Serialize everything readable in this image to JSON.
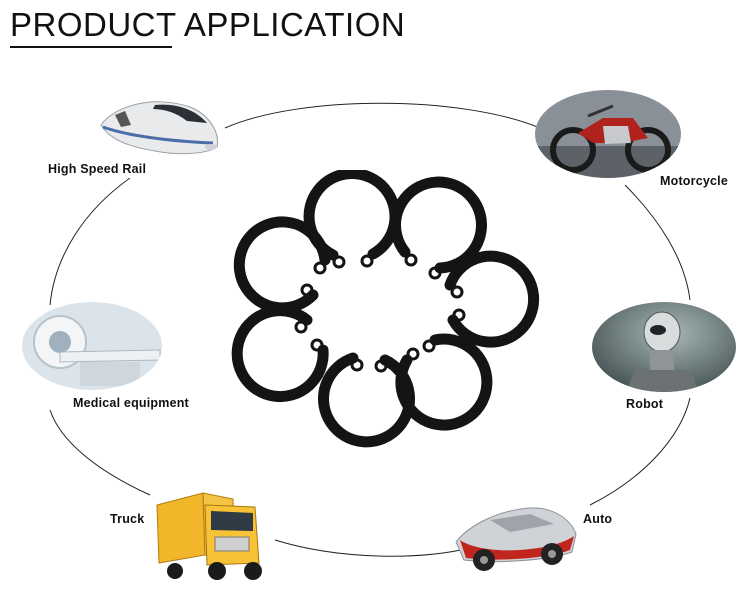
{
  "header": {
    "title": "PRODUCT APPLICATION"
  },
  "applications": [
    {
      "label": "High Speed Rail",
      "icon": "high-speed-train-icon"
    },
    {
      "label": "Motorcycle",
      "icon": "motorcycle-icon"
    },
    {
      "label": "Medical equipment",
      "icon": "ct-scanner-icon"
    },
    {
      "label": "Robot",
      "icon": "robot-head-icon"
    },
    {
      "label": "Truck",
      "icon": "truck-icon"
    },
    {
      "label": "Auto",
      "icon": "car-chassis-icon"
    }
  ],
  "product": {
    "icon": "black-circlip-ring-icon"
  },
  "colors": {
    "accent": "#111111",
    "ring": "#141414",
    "background": "#ffffff"
  }
}
